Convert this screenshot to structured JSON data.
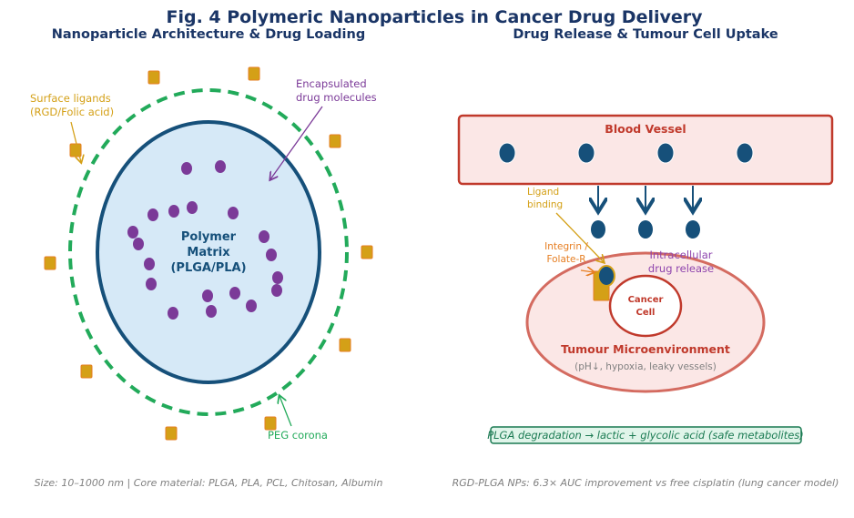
{
  "title": "Fig. 4  Polymeric Nanoparticles in Cancer Drug Delivery",
  "left": {
    "subtitle": "Nanoparticle Architecture & Drug Loading",
    "core_label": [
      "Polymer",
      "Matrix",
      "(PLGA/PLA)"
    ],
    "ligand_label": [
      "Surface ligands",
      "(RGD/Folic acid)"
    ],
    "drug_label": [
      "Encapsulated",
      "drug molecules"
    ],
    "peg_label": "PEG corona",
    "footer": "Size: 10–1000 nm  |  Core material: PLGA, PLA, PCL, Chitosan, Albumin"
  },
  "right": {
    "subtitle": "Drug Release & Tumour Cell Uptake",
    "vessel_label": "Blood Vessel",
    "ligand_binding_label": [
      "Ligand",
      "binding"
    ],
    "receptor_label": [
      "Integrin /",
      "Folate-R"
    ],
    "release_label": [
      "Intracellular",
      "drug release"
    ],
    "tme_label": "Tumour Microenvironment",
    "tme_sub": "(pH↓, hypoxia, leaky vessels)",
    "cell_label": [
      "Cancer",
      "Cell"
    ],
    "degradation": "PLGA degradation → lactic + glycolic acid (safe metabolites)",
    "footer": "RGD-PLGA NPs: 6.3× AUC improvement vs free cisplatin (lung cancer model)"
  },
  "colors": {
    "title": "#1a3566",
    "core_fill": "#d6e9f7",
    "core_stroke": "#16507a",
    "peg": "#22aa5a",
    "ligand": "#d4a017",
    "drug": "#7b3a98",
    "vessel": "#c0392b",
    "vessel_fill": "#fbe7e6",
    "np": "#16507a"
  }
}
